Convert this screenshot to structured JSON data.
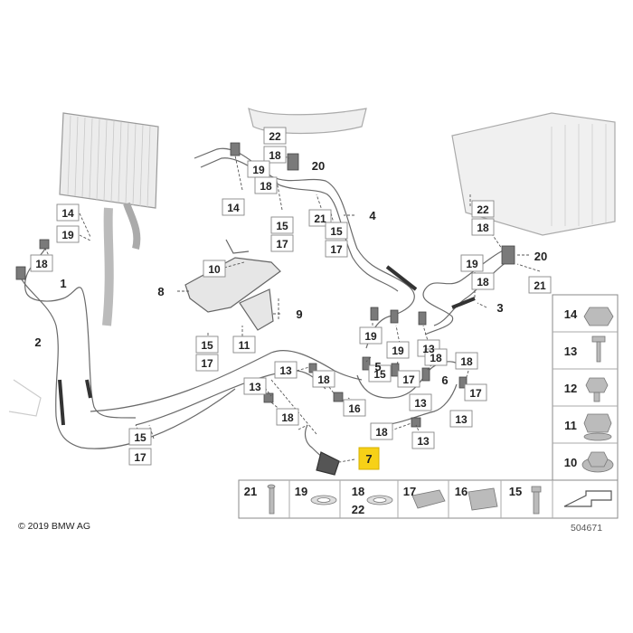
{
  "copyright": "© 2019 BMW AG",
  "diagram_number": "504671",
  "highlighted_part": "7",
  "callouts": {
    "c1": "1",
    "c2": "2",
    "c3": "3",
    "c4": "4",
    "c5": "5",
    "c6": "6",
    "c7": "7",
    "c8": "8",
    "c9": "9",
    "c10": "10",
    "c11": "11",
    "c12": "12",
    "c13": "13",
    "c14": "14",
    "c15": "15",
    "c16": "16",
    "c17": "17",
    "c18": "18",
    "c19": "19",
    "c20": "20",
    "c21": "21",
    "c22": "22"
  },
  "legend": {
    "bottom": [
      "21",
      "19",
      "18",
      "22",
      "17",
      "16",
      "15"
    ],
    "right": [
      "14",
      "13",
      "12",
      "11",
      "10"
    ]
  },
  "colors": {
    "highlight": "#f7d117",
    "line": "#555555",
    "box": "#777777"
  }
}
